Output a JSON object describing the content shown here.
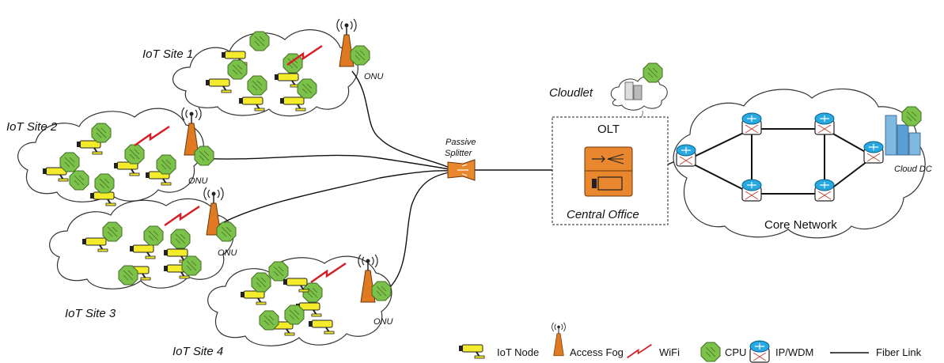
{
  "sites": [
    {
      "label": "IoT Site 1",
      "onu": "ONU"
    },
    {
      "label": "IoT Site 2",
      "onu": "ONU"
    },
    {
      "label": "IoT Site 3",
      "onu": "ONU"
    },
    {
      "label": "IoT Site 4",
      "onu": "ONU"
    }
  ],
  "splitter": {
    "line1": "Passive",
    "line2": "Splitter"
  },
  "cloudlet": {
    "label": "Cloudlet"
  },
  "central_office": {
    "olt": "OLT",
    "label": "Central Office"
  },
  "core": {
    "label": "Core Network",
    "dc": "Cloud DC"
  },
  "legend": {
    "iot_node": "IoT Node",
    "access_fog": "Access Fog",
    "wifi": "WiFi",
    "cpu": "CPU",
    "ipwdm": "IP/WDM",
    "fiber": "Fiber Link"
  },
  "colors": {
    "cpu": "#7cc24a",
    "onu": "#e07a22",
    "iot_node": "#f4ec2a",
    "router": "#27a9e1",
    "wifi": "#d61f26",
    "olt": "#e8872e"
  }
}
